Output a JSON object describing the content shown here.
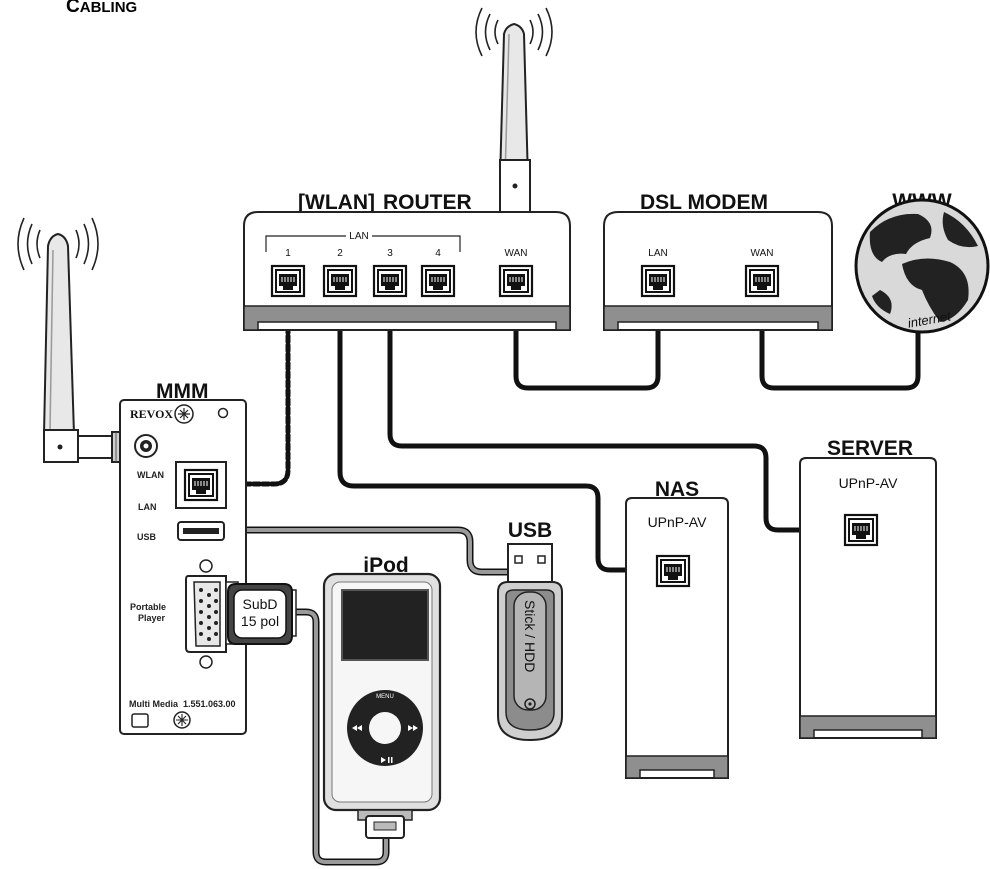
{
  "page": {
    "title_first": "C",
    "title_rest": "ABLING"
  },
  "router": {
    "title_bracket_open": "[",
    "title_wlan": "WLAN",
    "title_bracket_close": "]",
    "title_router": "ROUTER",
    "lan_group_label": "LAN",
    "port_labels": [
      "1",
      "2",
      "3",
      "4"
    ],
    "wan_label": "WAN"
  },
  "modem": {
    "title": "DSL MODEM",
    "lan_label": "LAN",
    "wan_label": "WAN"
  },
  "globe": {
    "title": "WWW",
    "label": "internet"
  },
  "mmm": {
    "title": "MMM",
    "brand": "REVOX",
    "wlan_label": "WLAN",
    "lan_label": "LAN",
    "usb_label": "USB",
    "portable_label_1": "Portable",
    "portable_label_2": "Player",
    "footer_left": "Multi Media",
    "footer_right": "1.551.063.00"
  },
  "subd": {
    "line1": "SubD",
    "line2": "15 pol"
  },
  "ipod": {
    "title": "iPod",
    "menu_label": "MENU"
  },
  "usb_stick": {
    "title": "USB",
    "label": "Stick  /  HDD"
  },
  "nas": {
    "title": "NAS",
    "protocol": "UPnP-AV"
  },
  "server": {
    "title": "SERVER",
    "protocol": "UPnP-AV"
  },
  "icons": [
    "rj45-port-icon",
    "usb-port-icon",
    "subd-connector-icon",
    "antenna-icon",
    "globe-icon",
    "click-wheel-icon"
  ]
}
